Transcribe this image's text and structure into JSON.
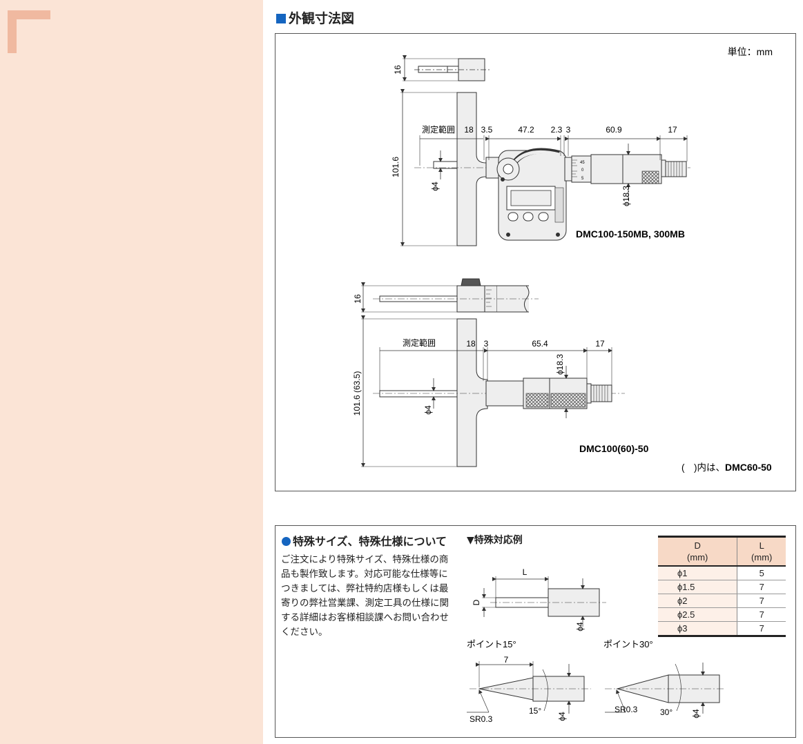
{
  "section_title": "外観寸法図",
  "unit_label": "単位：mm",
  "upper_drawing": {
    "top_view_dim": "16",
    "height_dim": "101.6",
    "range_label": "測定範囲",
    "dims": [
      "18",
      "3.5",
      "47.2",
      "2.3",
      "3",
      "60.9",
      "17"
    ],
    "rod_dia": "ϕ4",
    "thimble_dia": "ϕ18.3",
    "scale_marks": [
      "45",
      "0",
      "5"
    ],
    "model": "DMC100-150MB, 300MB"
  },
  "lower_drawing": {
    "top_view_dim": "16",
    "height_dim": "101.6 (63.5)",
    "range_label": "測定範囲",
    "dims": [
      "18",
      "3",
      "65.4",
      "17"
    ],
    "rod_dia": "ϕ4",
    "thimble_dia": "ϕ18.3",
    "model": "DMC100(60)-50",
    "note_prefix": "(　)内は、",
    "note_model": "DMC60-50"
  },
  "special": {
    "title": "特殊サイズ、特殊仕様について",
    "body": "ご注文により特殊サイズ、特殊仕様の商品も製作致します。対応可能な仕様等につきましては、弊社特約店様もしくは最寄りの弊社営業課、測定工具の仕様に関する詳細はお客様相談課へお問い合わせください。",
    "example_title": "▼特殊対応例",
    "rod_labels": {
      "L": "L",
      "D": "D",
      "dia": "ϕ4"
    },
    "point15": {
      "title": "ポイント15°",
      "len": "7",
      "sr": "SR0.3",
      "angle": "15°",
      "dia": "ϕ4"
    },
    "point30": {
      "title": "ポイント30°",
      "sr": "SR0.3",
      "angle": "30°",
      "dia": "ϕ4"
    },
    "table": {
      "headers": [
        {
          "name": "D",
          "unit": "(mm)"
        },
        {
          "name": "L",
          "unit": "(mm)"
        }
      ],
      "rows": [
        [
          "ϕ1",
          "5"
        ],
        [
          "ϕ1.5",
          "7"
        ],
        [
          "ϕ2",
          "7"
        ],
        [
          "ϕ2.5",
          "7"
        ],
        [
          "ϕ3",
          "7"
        ]
      ]
    }
  }
}
